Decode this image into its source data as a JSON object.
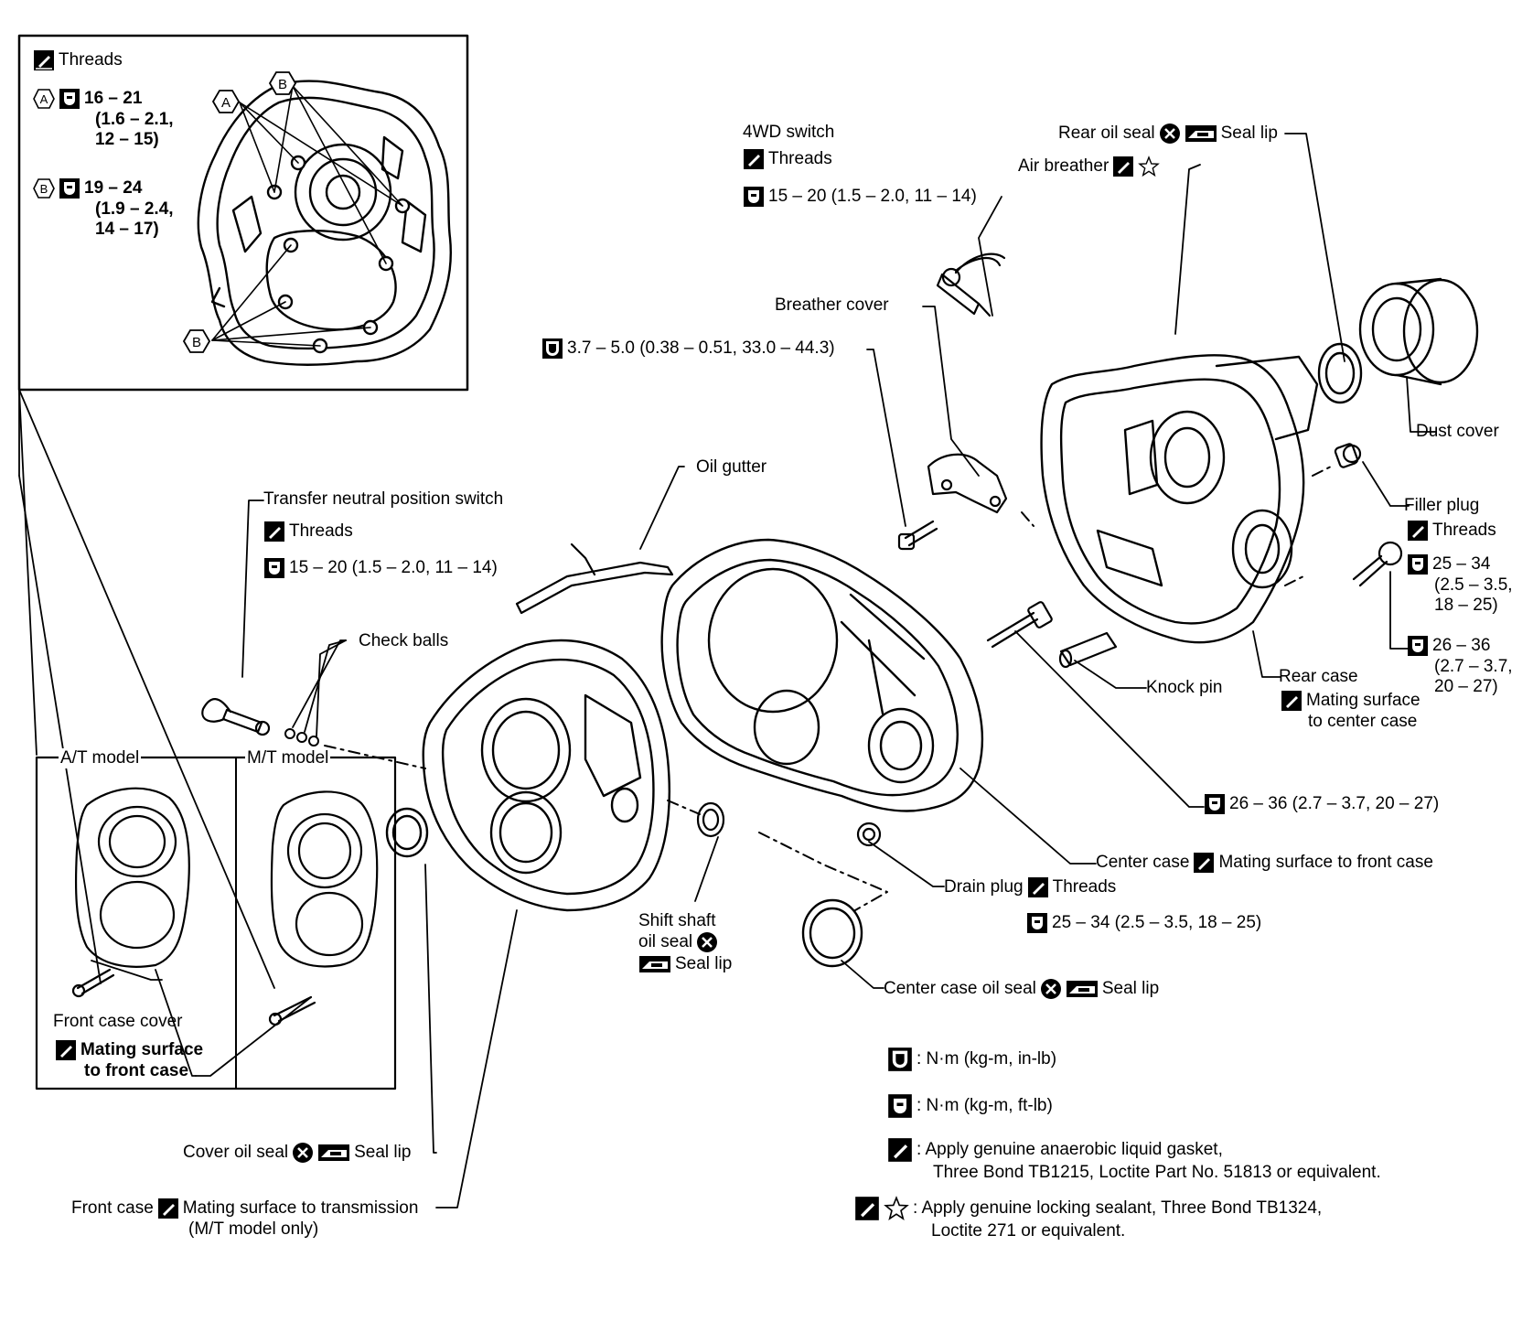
{
  "inset": {
    "threads": "Threads",
    "a_letter": "A",
    "a_torque": "16 – 21",
    "a_line2": "(1.6 – 2.1,",
    "a_line3": "12 – 15)",
    "b_letter": "B",
    "b_torque": "19 – 24",
    "b_line2": "(1.9 – 2.4,",
    "b_line3": "14 – 17)",
    "callout_a": "A",
    "callout_b_top": "B",
    "callout_b_bottom": "B"
  },
  "labels": {
    "fourwd_switch": "4WD switch",
    "fourwd_threads": "Threads",
    "fourwd_torque": "15 – 20 (1.5 – 2.0, 11 – 14)",
    "rear_oil_seal": "Rear oil seal",
    "rear_seal_lip": "Seal lip",
    "air_breather": "Air breather",
    "breather_cover": "Breather cover",
    "bolt_torque_inlb": "3.7 – 5.0 (0.38 – 0.51, 33.0 – 44.3)",
    "dust_cover": "Dust cover",
    "filler_plug": "Filler plug",
    "filler_threads": "Threads",
    "filler_torque_1": "25 – 34",
    "filler_torque_2": "(2.5 – 3.5,",
    "filler_torque_3": "18 – 25)",
    "rear_bolt_torque_1": "26 – 36",
    "rear_bolt_torque_2": "(2.7 – 3.7,",
    "rear_bolt_torque_3": "20 – 27)",
    "oil_gutter": "Oil gutter",
    "transfer_switch": "Transfer neutral position switch",
    "transfer_threads": "Threads",
    "transfer_torque": "15 – 20 (1.5 – 2.0, 11 – 14)",
    "check_balls": "Check balls",
    "knock_pin": "Knock pin",
    "rear_case": "Rear case",
    "rear_case_mating_1": "Mating surface",
    "rear_case_mating_2": "to center case",
    "center_bolt_torque": "26 – 36 (2.7 – 3.7, 20 – 27)",
    "center_case": "Center case",
    "center_case_mating": "Mating surface to front case",
    "drain_plug": "Drain plug",
    "drain_threads": "Threads",
    "drain_torque": "25 – 34 (2.5 – 3.5, 18 – 25)",
    "at_model": "A/T model",
    "mt_model": "M/T model",
    "shift_shaft_1": "Shift shaft",
    "shift_shaft_2": "oil seal",
    "shift_seal_lip": "Seal lip",
    "center_case_oil_seal": "Center case oil seal",
    "center_seal_lip": "Seal lip",
    "front_case_cover": "Front case cover",
    "fcc_mating_1": "Mating surface",
    "fcc_mating_2": "to front case",
    "cover_oil_seal": "Cover oil seal",
    "cover_seal_lip": "Seal lip",
    "front_case": "Front case",
    "front_case_mating": "Mating surface to transmission",
    "front_case_note": "(M/T model only)"
  },
  "legend": {
    "inlb": ": N·m (kg-m, in-lb)",
    "ftlb": ": N·m (kg-m, ft-lb)",
    "gasket_1": ": Apply genuine anaerobic liquid gasket,",
    "gasket_2": "Three Bond TB1215, Loctite Part No. 51813 or equivalent.",
    "sealant_1": ": Apply genuine locking sealant, Three Bond TB1324,",
    "sealant_2": "Loctite 271 or equivalent."
  },
  "icons": [
    "gasket-icon",
    "torque-ftlb-icon",
    "torque-inlb-icon",
    "replace-x-icon",
    "grease-icon",
    "star-icon"
  ],
  "colors": {
    "ink": "#000000",
    "paper": "#ffffff"
  }
}
